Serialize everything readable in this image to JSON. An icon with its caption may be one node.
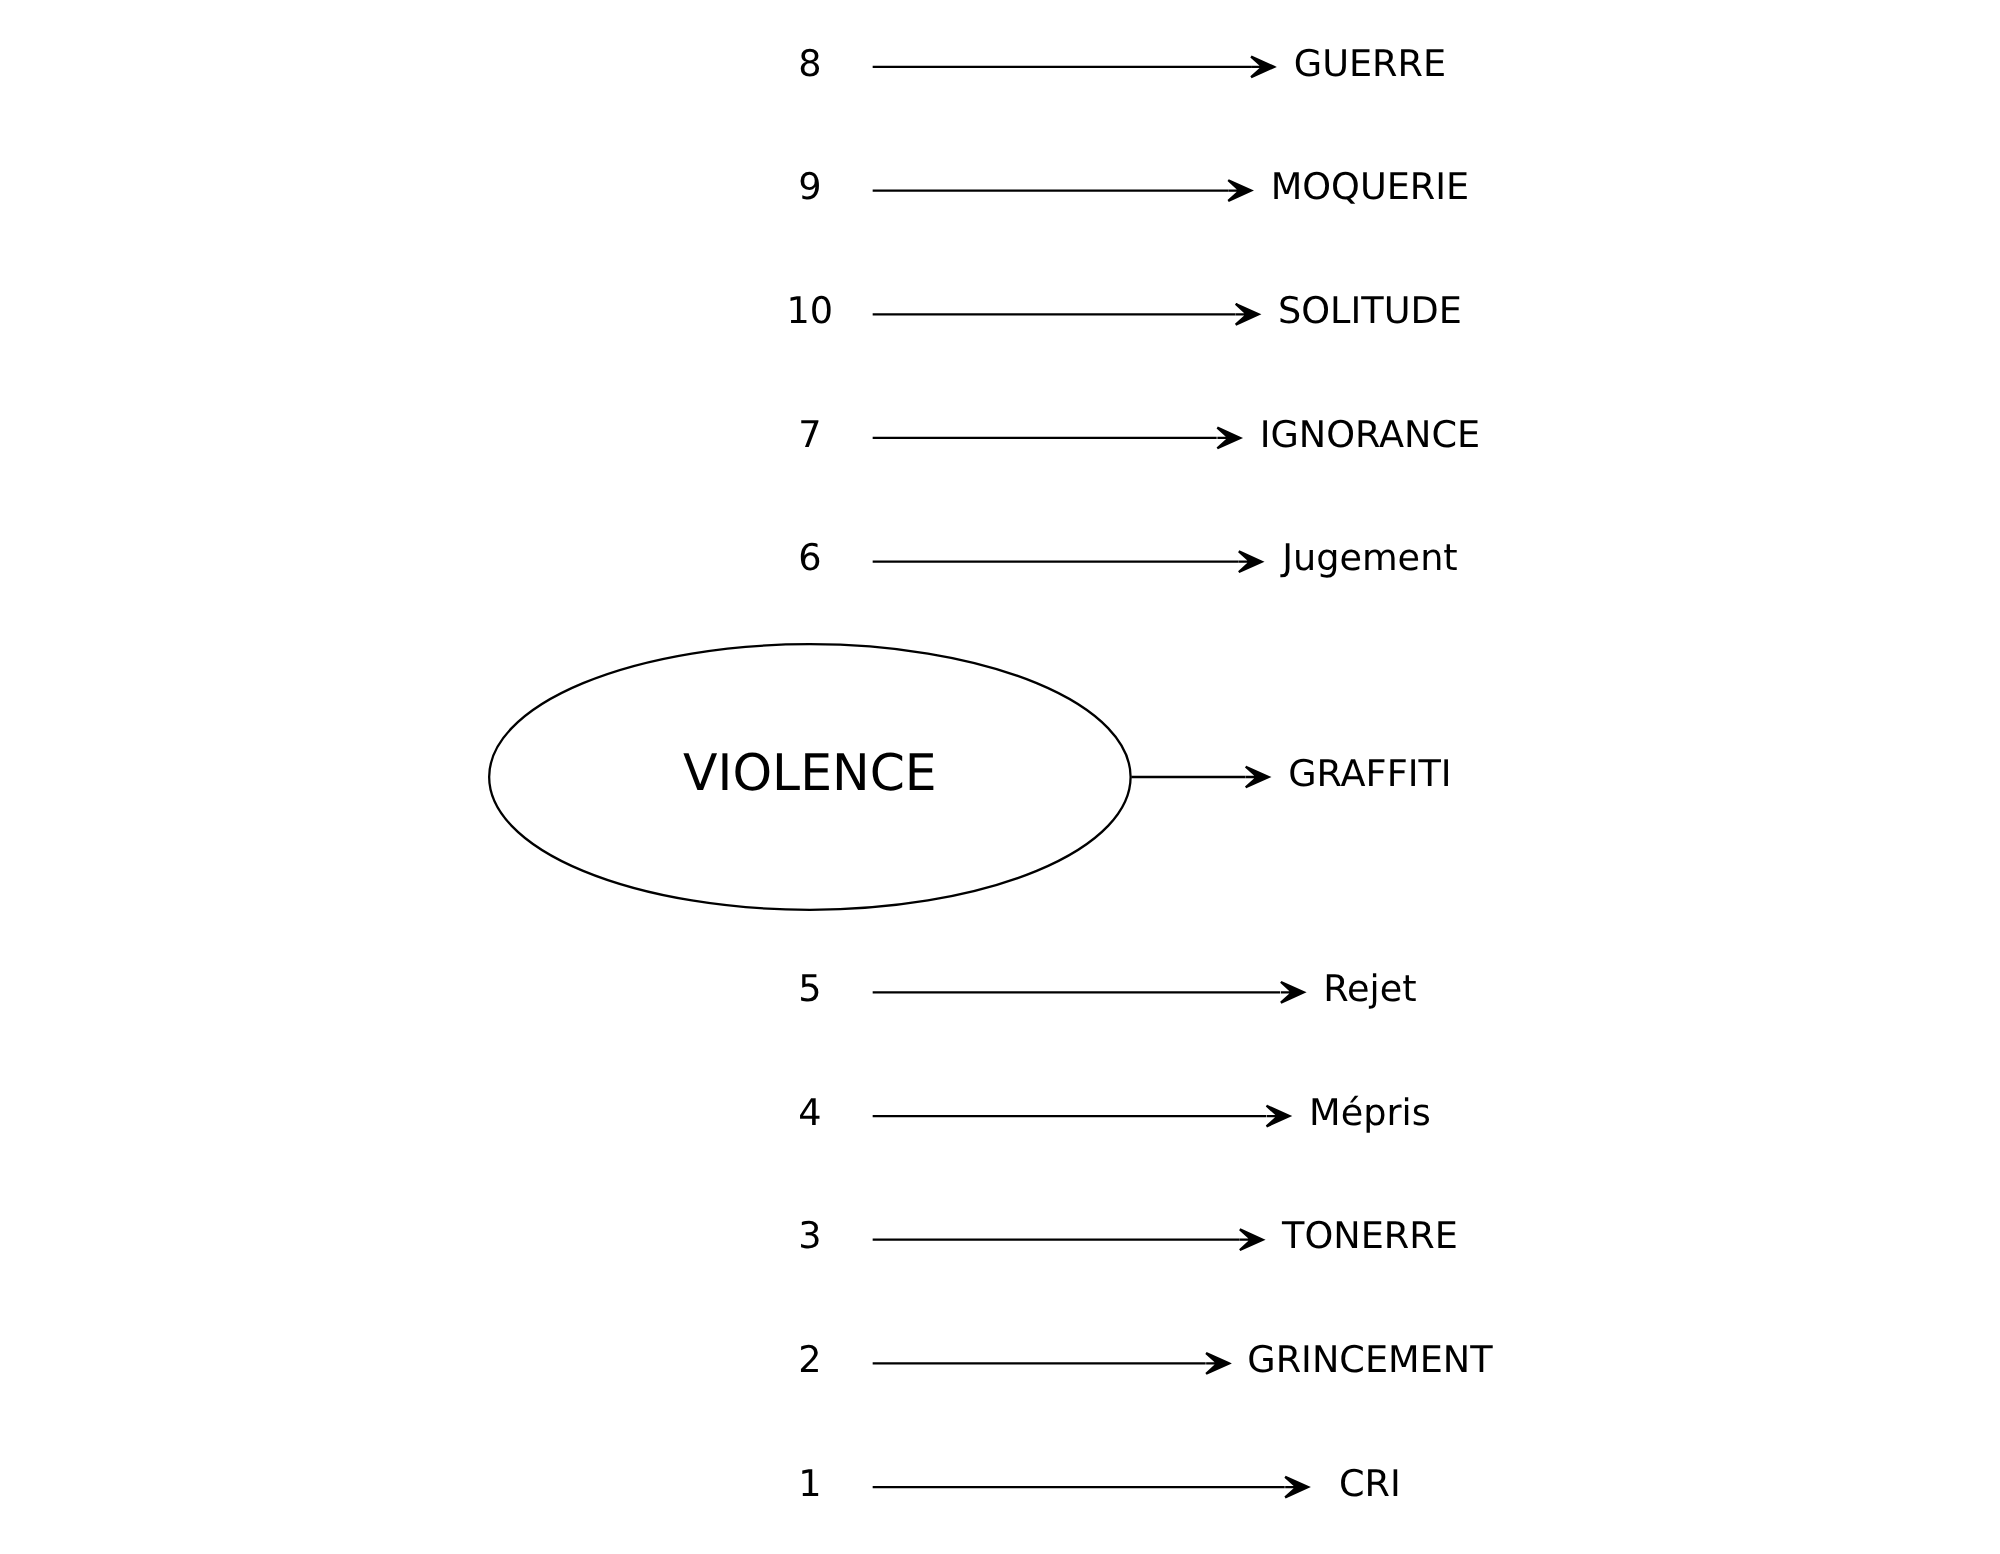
{
  "diagram": {
    "nodes": [
      {
        "text": [
          "1"
        ]
      },
      {
        "text": [
          "CRI"
        ]
      },
      {
        "text": [
          "2"
        ]
      },
      {
        "text": [
          "GRINCEMENT"
        ]
      },
      {
        "text": [
          "3"
        ]
      },
      {
        "text": [
          "TONERRE"
        ]
      },
      {
        "text": [
          "4"
        ]
      },
      {
        "text": [
          "Mépris"
        ]
      },
      {
        "text": [
          "5"
        ]
      },
      {
        "text": [
          "Rejet"
        ]
      },
      {
        "text": [
          "VIOLENCE"
        ]
      },
      {
        "text": [
          "6"
        ]
      },
      {
        "text": [
          "Jugement"
        ]
      },
      {
        "text": [
          "GRAFFITI"
        ]
      },
      {
        "text": [
          "7"
        ]
      },
      {
        "text": [
          "IGNORANCE"
        ]
      },
      {
        "text": [
          "10"
        ]
      },
      {
        "text": [
          "9"
        ]
      },
      {
        "text": [
          "8"
        ]
      },
      {
        "text": [
          "SOLITUDE"
        ]
      },
      {
        "text": [
          "MOQUERIE"
        ]
      },
      {
        "text": [
          "GUERRE"
        ]
      }
    ],
    "edges": [
      {
        "from": 0,
        "to": 1,
        "arrow": "to"
      },
      {
        "from": 2,
        "to": 3,
        "arrow": "to"
      },
      {
        "from": 4,
        "to": 5,
        "arrow": "to"
      },
      {
        "from": 6,
        "to": 7,
        "arrow": "to"
      },
      {
        "from": 8,
        "to": 9,
        "arrow": "to"
      },
      {
        "from": 11,
        "to": 12,
        "arrow": "to"
      },
      {
        "from": 14,
        "to": 15,
        "arrow": "to"
      },
      {
        "from": 18,
        "to": 21,
        "arrow": "to"
      },
      {
        "from": 17,
        "to": 20,
        "arrow": "to"
      },
      {
        "from": 16,
        "to": 19,
        "arrow": "to"
      },
      {
        "from": 10,
        "to": 13,
        "arrow": "to"
      }
    ]
  }
}
